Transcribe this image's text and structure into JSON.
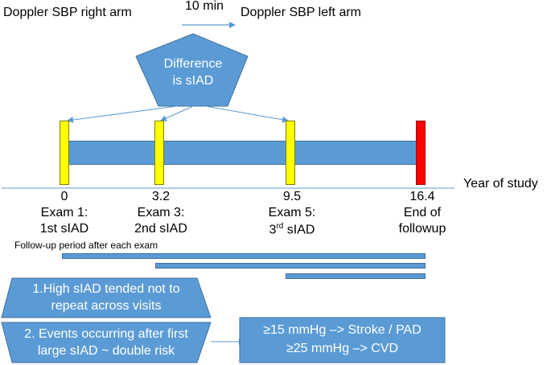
{
  "top": {
    "left_label": "Doppler SBP right arm",
    "interval_label": "10 min",
    "right_label": "Doppler SBP left arm"
  },
  "pentagon": {
    "line1": "Difference",
    "line2": "is sIAD"
  },
  "axis_label": "Year of study",
  "timepoints": [
    {
      "value": "0",
      "line1": "Exam 1:",
      "line2": "1st sIAD"
    },
    {
      "value": "3.2",
      "line1": "Exam 3:",
      "line2": "2nd sIAD"
    },
    {
      "value": "9.5",
      "line1": "Exam 5:",
      "line2_base": "3",
      "line2_sup": "rd",
      "line2_rest": " sIAD"
    },
    {
      "value": "16.4",
      "line1": "End of",
      "line2": "followup"
    }
  ],
  "followup_title": "Follow-up period after each exam",
  "findings": [
    {
      "line1": "1.High sIAD  tended not to",
      "line2": "repeat across visits"
    },
    {
      "line1": "2. Events occurring after first",
      "line2": "large sIAD ~ double risk"
    }
  ],
  "thresholds": {
    "line1": "≥15 mmHg –> Stroke / PAD",
    "line2": "≥25 mmHg –> CVD"
  },
  "colors": {
    "blue": "#5b9bd5",
    "yellow": "#ffff00",
    "red": "#ff0000"
  }
}
